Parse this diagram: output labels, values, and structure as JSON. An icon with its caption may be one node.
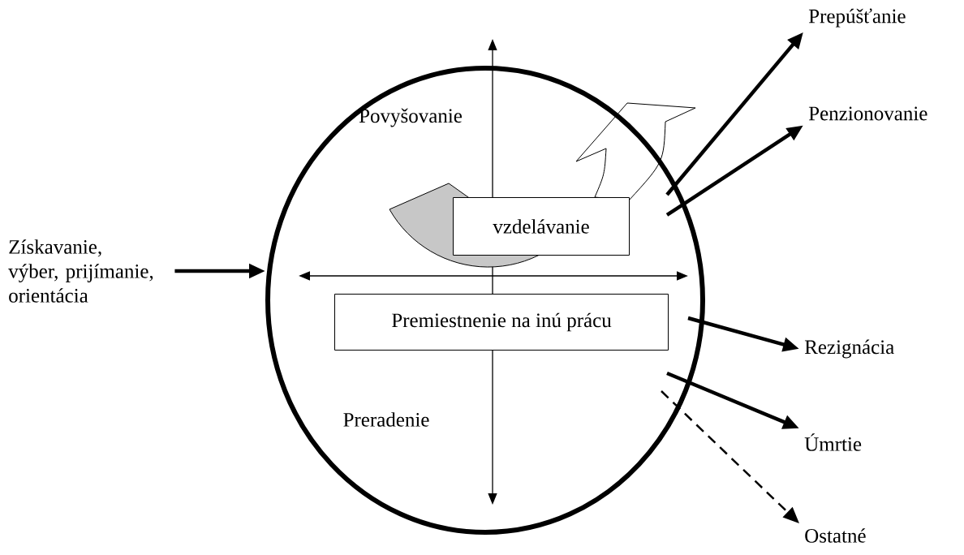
{
  "diagram": {
    "nodes": [
      {
        "text": [],
        "shape": "circle"
      },
      {
        "text": [
          "vzdelávanie"
        ],
        "in": 0
      },
      {
        "text": [
          "Premiestnenie na inú prácu"
        ],
        "in": 0
      },
      {
        "text": [
          "Získavanie, výber, prijímanie, orientácia"
        ]
      },
      {
        "text": [
          "Prepúšťanie"
        ]
      },
      {
        "text": [
          "Penzionovanie"
        ]
      },
      {
        "text": [
          "Rezignácia"
        ]
      },
      {
        "text": [
          "Úmrtie"
        ]
      },
      {
        "text": [
          "Ostatné"
        ]
      }
    ],
    "edges": [
      {
        "from": 3,
        "to": 0,
        "arrow": "to"
      },
      {
        "from": 0,
        "to": 4,
        "arrow": "to"
      },
      {
        "from": 0,
        "to": 5,
        "arrow": "to"
      },
      {
        "from": 0,
        "to": 6,
        "arrow": "to"
      },
      {
        "from": 0,
        "to": 7,
        "arrow": "to"
      },
      {
        "from": 0,
        "to": 8,
        "arrow": "to",
        "style": "dashed"
      }
    ],
    "labels": [
      "Povyšovanie",
      "Preradenie"
    ]
  }
}
